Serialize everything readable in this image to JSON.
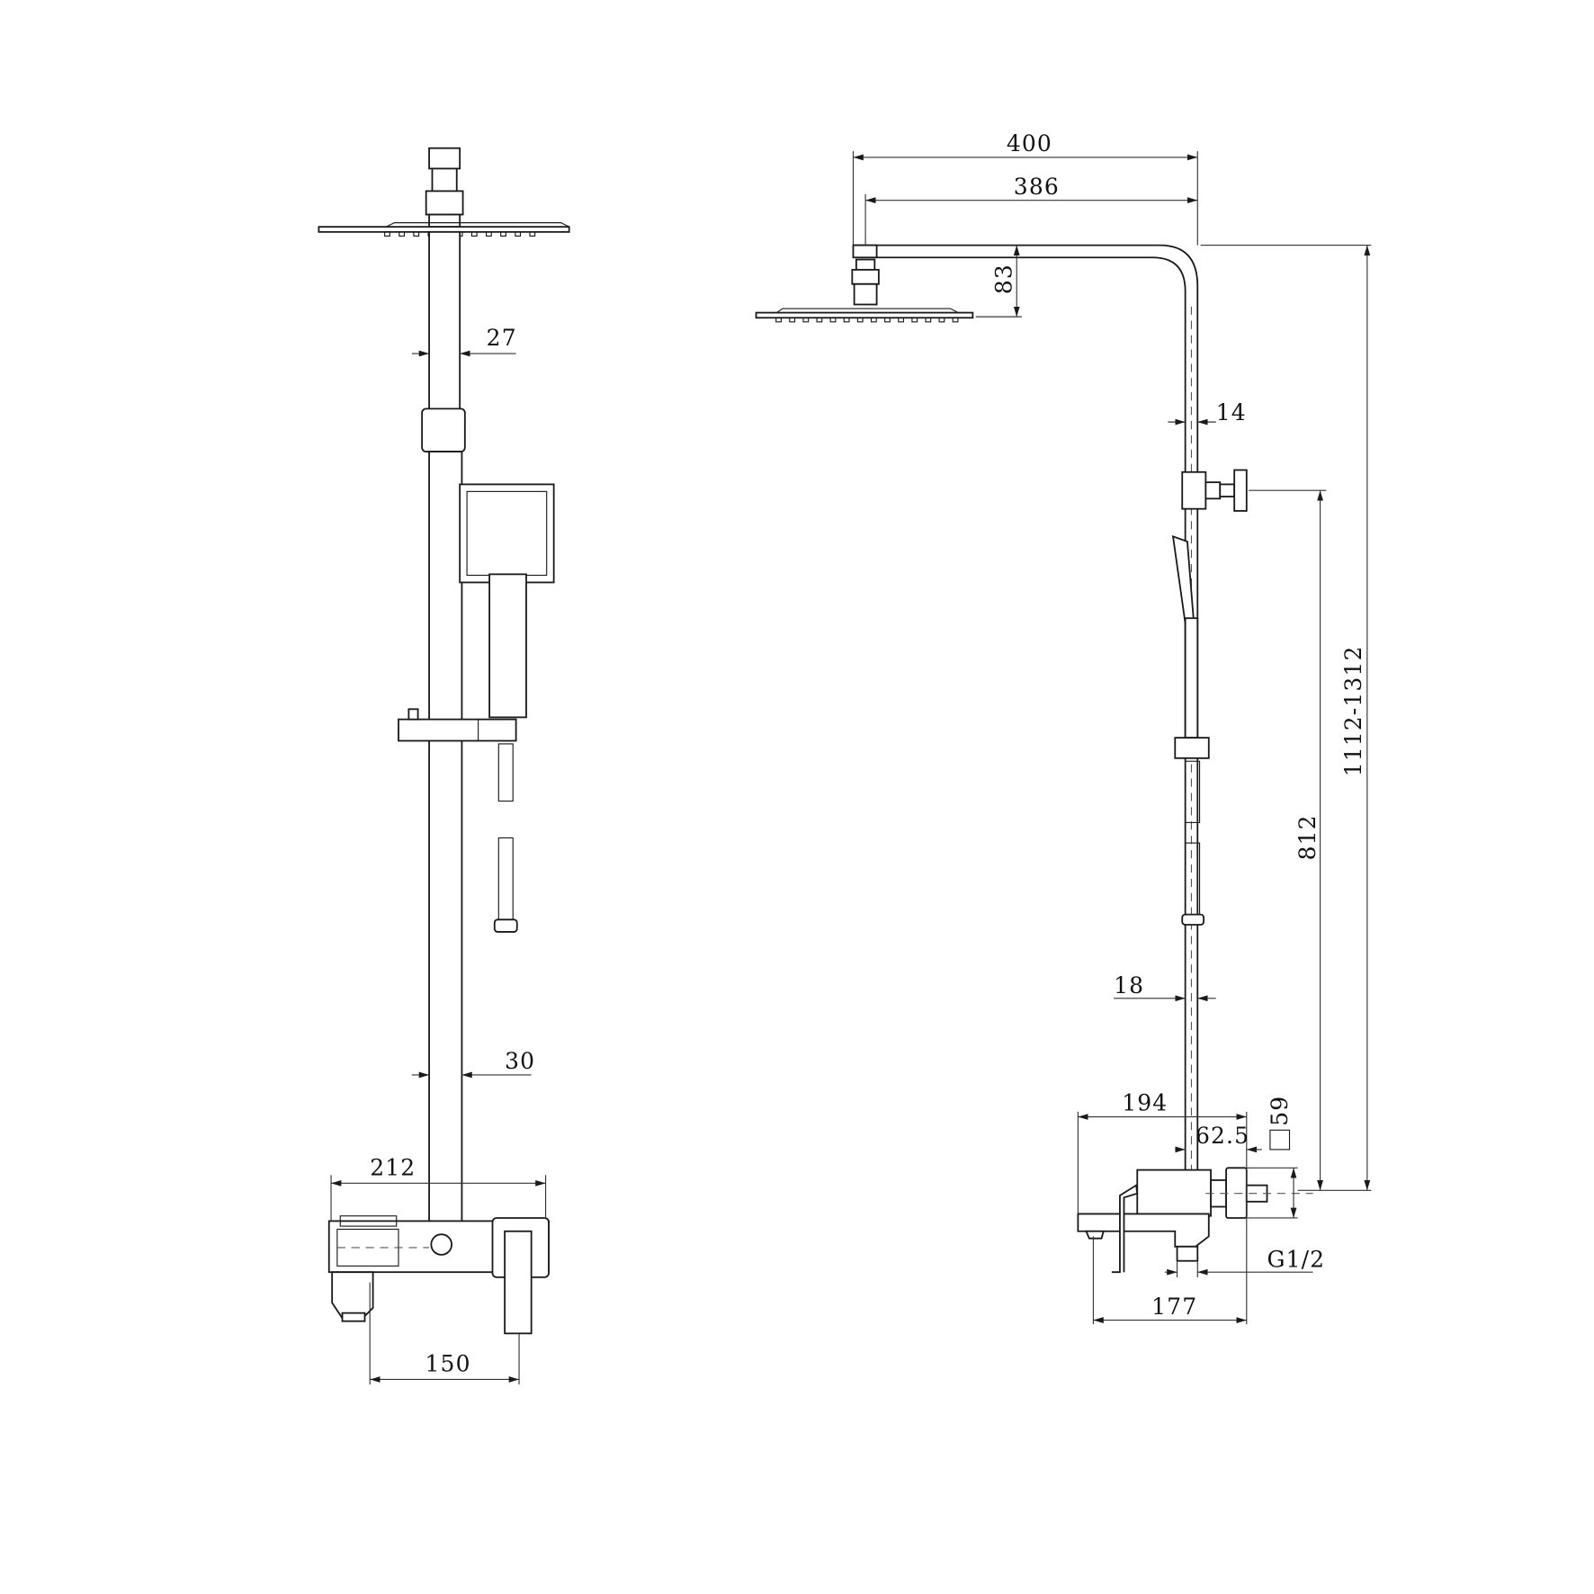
{
  "title": "Shower column technical drawing",
  "views": {
    "front": {
      "dimensions": {
        "pipe_upper_diameter": "27",
        "pipe_lower_diameter": "30",
        "mixer_width": "212",
        "inlet_spacing": "150"
      }
    },
    "side": {
      "dimensions": {
        "arm_length_total": "400",
        "arm_length_to_head": "386",
        "head_drop": "83",
        "pipe_upper_diameter": "14",
        "height_range": "1112-1312",
        "bracket_height": "812",
        "hose_pipe_diameter": "18",
        "mixer_depth": "194",
        "pipe_offset": "62.5",
        "flange_size": "59",
        "outlet_thread": "G1/2",
        "spout_projection": "177"
      }
    }
  },
  "colors": {
    "line": "#1a1a1a",
    "background": "#ffffff"
  }
}
